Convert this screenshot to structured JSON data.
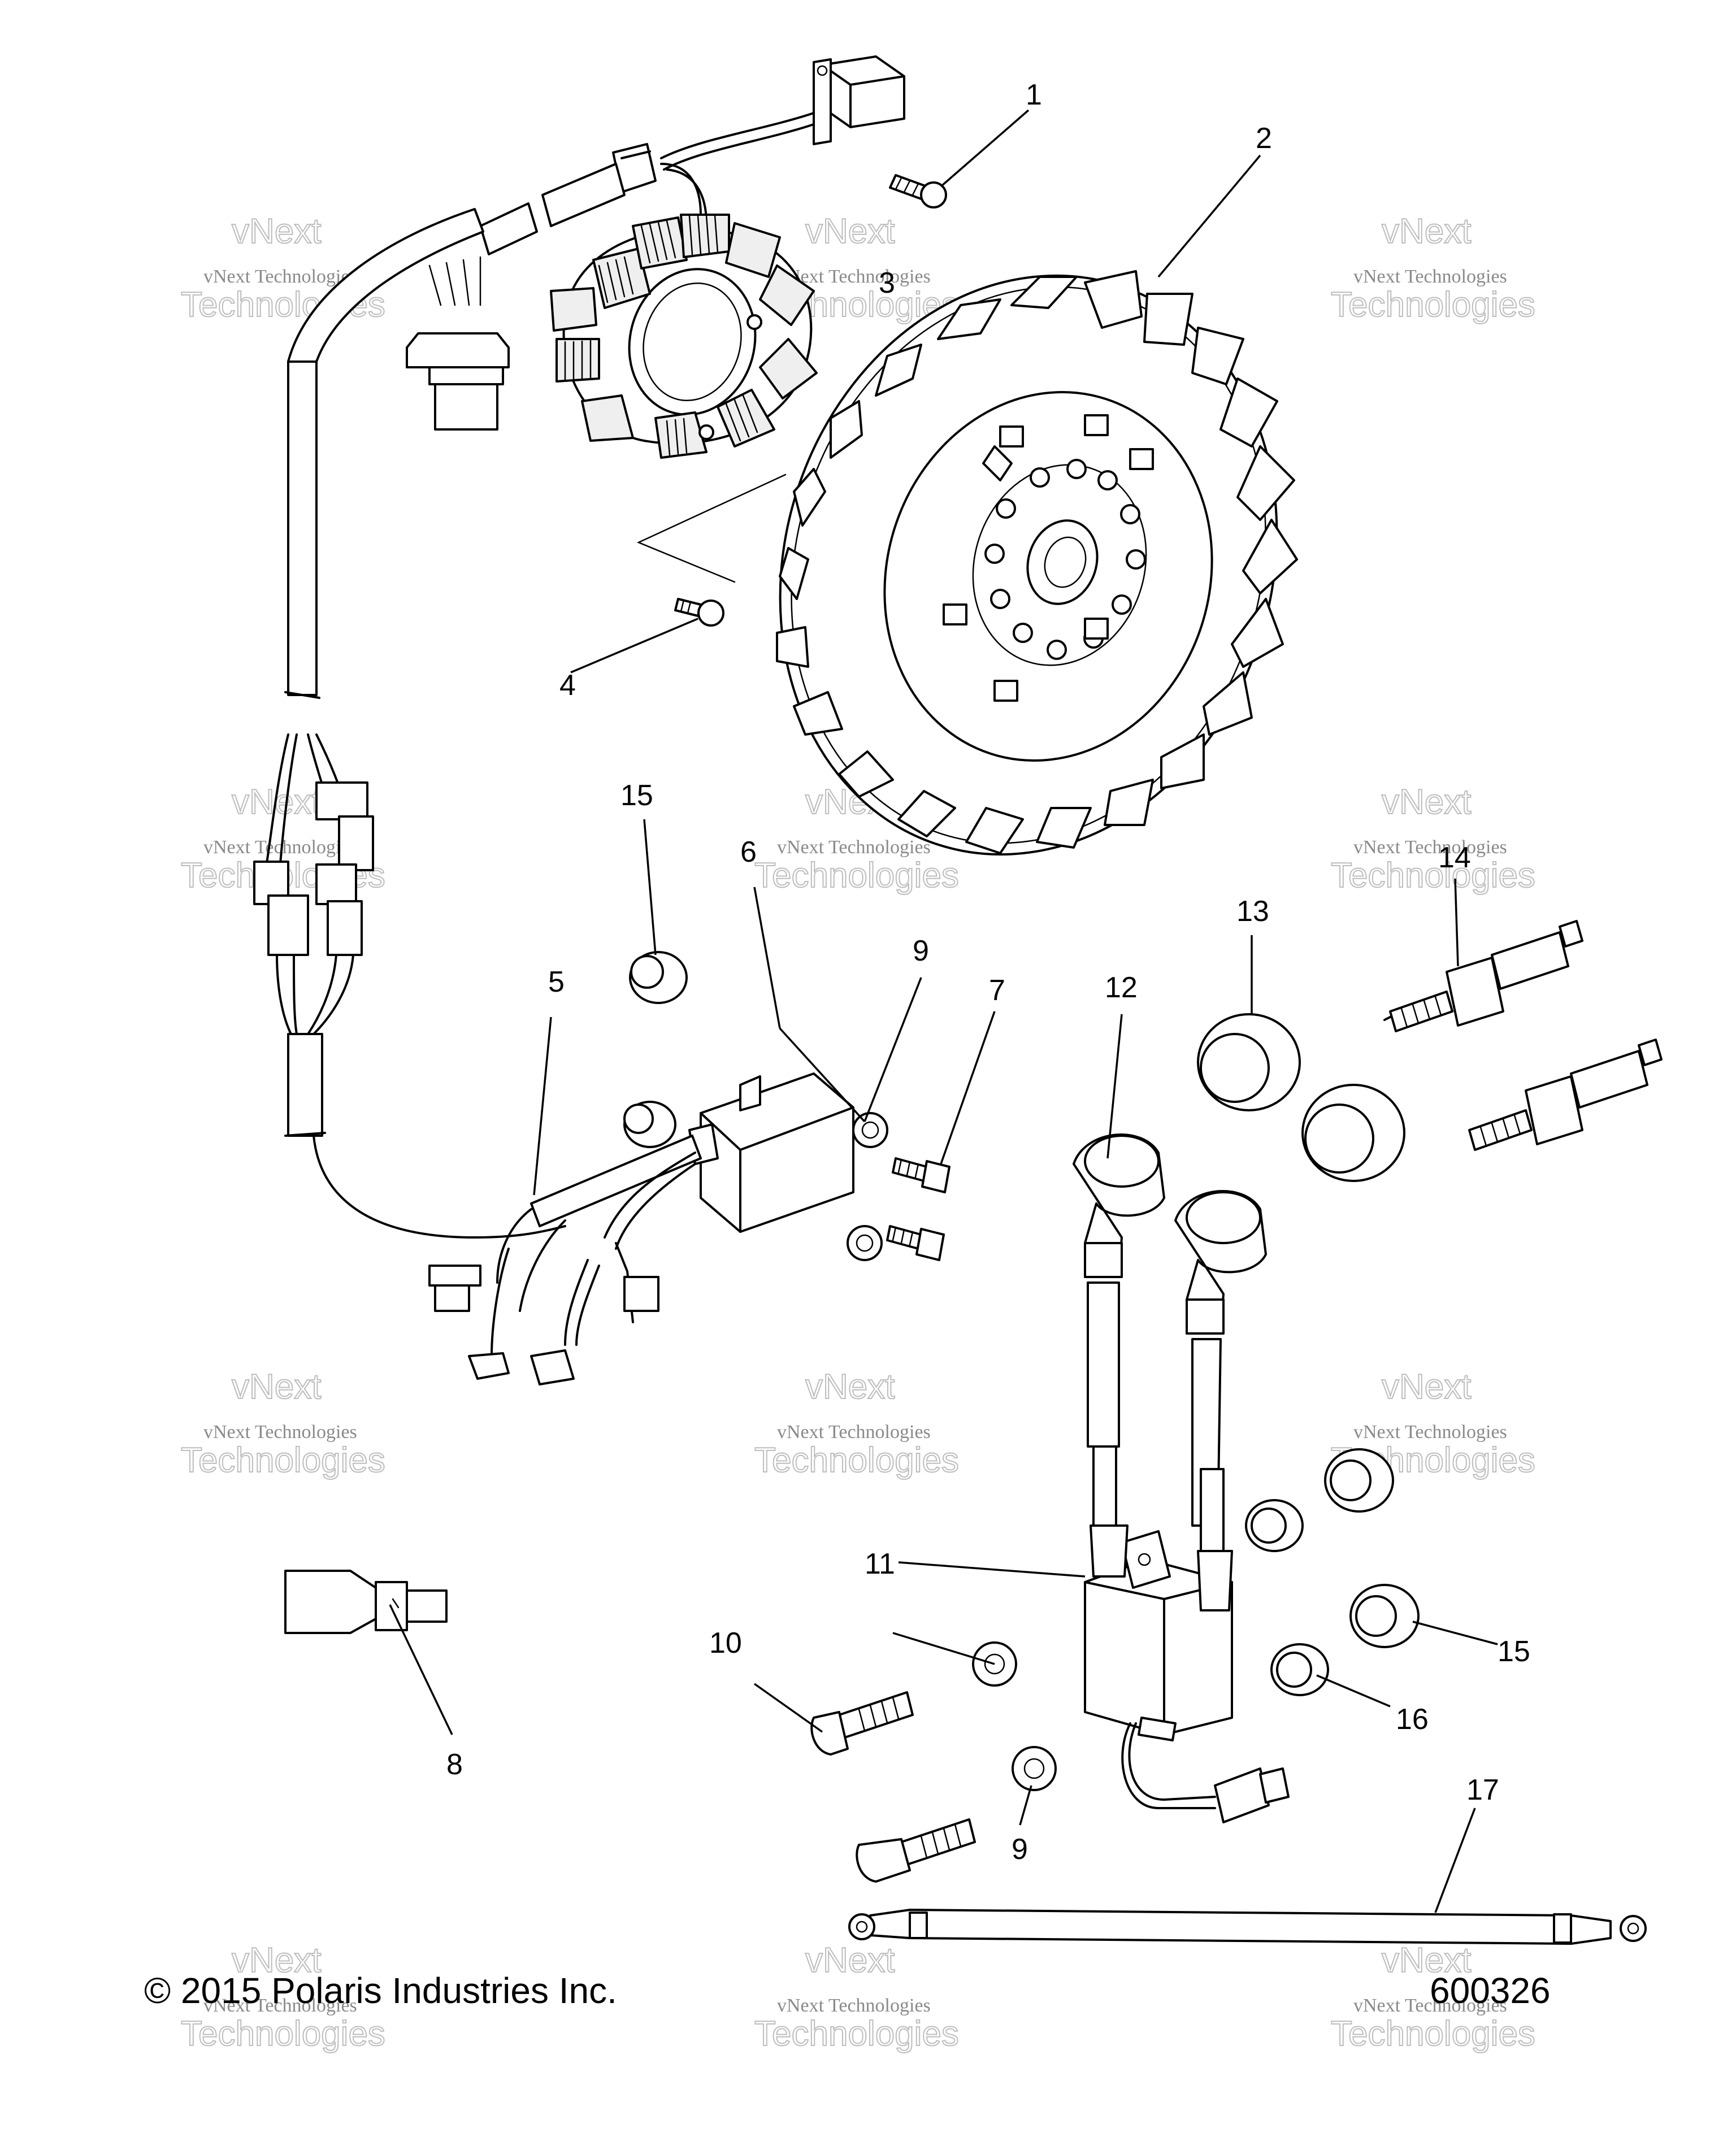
{
  "callouts": [
    {
      "id": "1",
      "text": "1"
    },
    {
      "id": "2",
      "text": "2"
    },
    {
      "id": "3",
      "text": "3"
    },
    {
      "id": "4",
      "text": "4"
    },
    {
      "id": "5",
      "text": "5"
    },
    {
      "id": "6",
      "text": "6"
    },
    {
      "id": "7",
      "text": "7"
    },
    {
      "id": "8",
      "text": "8"
    },
    {
      "id": "9a",
      "text": "9"
    },
    {
      "id": "9b",
      "text": "9"
    },
    {
      "id": "10",
      "text": "10"
    },
    {
      "id": "11",
      "text": "11"
    },
    {
      "id": "12",
      "text": "12"
    },
    {
      "id": "13",
      "text": "13"
    },
    {
      "id": "14",
      "text": "14"
    },
    {
      "id": "15a",
      "text": "15"
    },
    {
      "id": "15b",
      "text": "15"
    },
    {
      "id": "16",
      "text": "16"
    },
    {
      "id": "17",
      "text": "17"
    }
  ],
  "copyright": "© 2015 Polaris Industries Inc.",
  "figure_number": "600326",
  "watermark": {
    "line1": "vNext Technologies",
    "line2": "vNext",
    "line3": "Technologies"
  }
}
